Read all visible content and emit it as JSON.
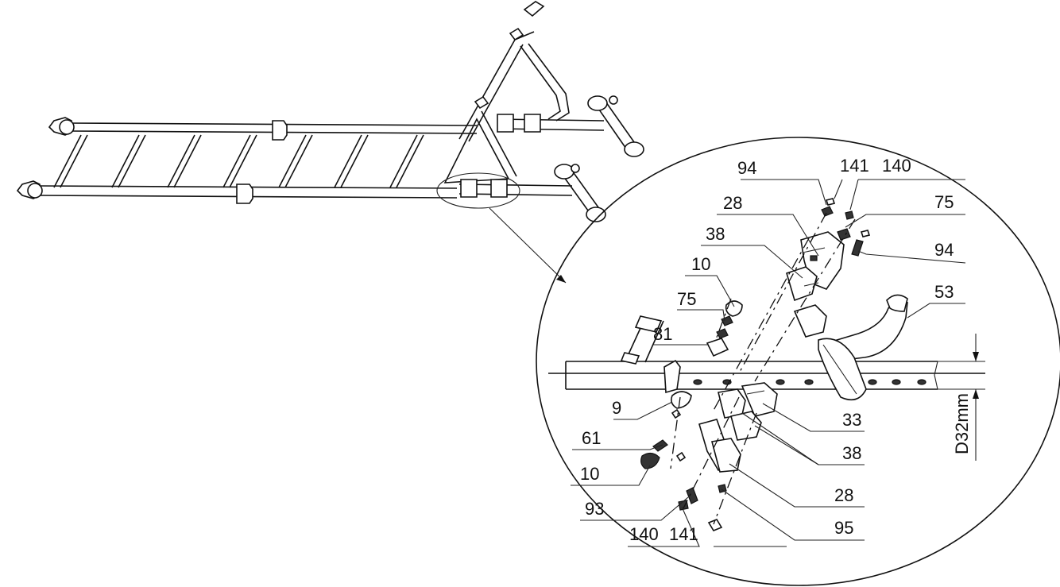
{
  "callouts": [
    {
      "id": "c94a",
      "text": "94"
    },
    {
      "id": "c141a",
      "text": "141"
    },
    {
      "id": "c140a",
      "text": "140"
    },
    {
      "id": "c28a",
      "text": "28"
    },
    {
      "id": "c75a",
      "text": "75"
    },
    {
      "id": "c38a",
      "text": "38"
    },
    {
      "id": "c94b",
      "text": "94"
    },
    {
      "id": "c10a",
      "text": "10"
    },
    {
      "id": "c53",
      "text": "53"
    },
    {
      "id": "c75b",
      "text": "75"
    },
    {
      "id": "c81",
      "text": "81"
    },
    {
      "id": "c9",
      "text": "9"
    },
    {
      "id": "c33",
      "text": "33"
    },
    {
      "id": "c61",
      "text": "61"
    },
    {
      "id": "c38b",
      "text": "38"
    },
    {
      "id": "c10b",
      "text": "10"
    },
    {
      "id": "c28b",
      "text": "28"
    },
    {
      "id": "c93",
      "text": "93"
    },
    {
      "id": "c95",
      "text": "95"
    },
    {
      "id": "c140b",
      "text": "140"
    },
    {
      "id": "c141b",
      "text": "141"
    }
  ],
  "dimension": {
    "text": "D32mm"
  },
  "colors": {
    "line": "#111111",
    "background": "#ffffff"
  }
}
